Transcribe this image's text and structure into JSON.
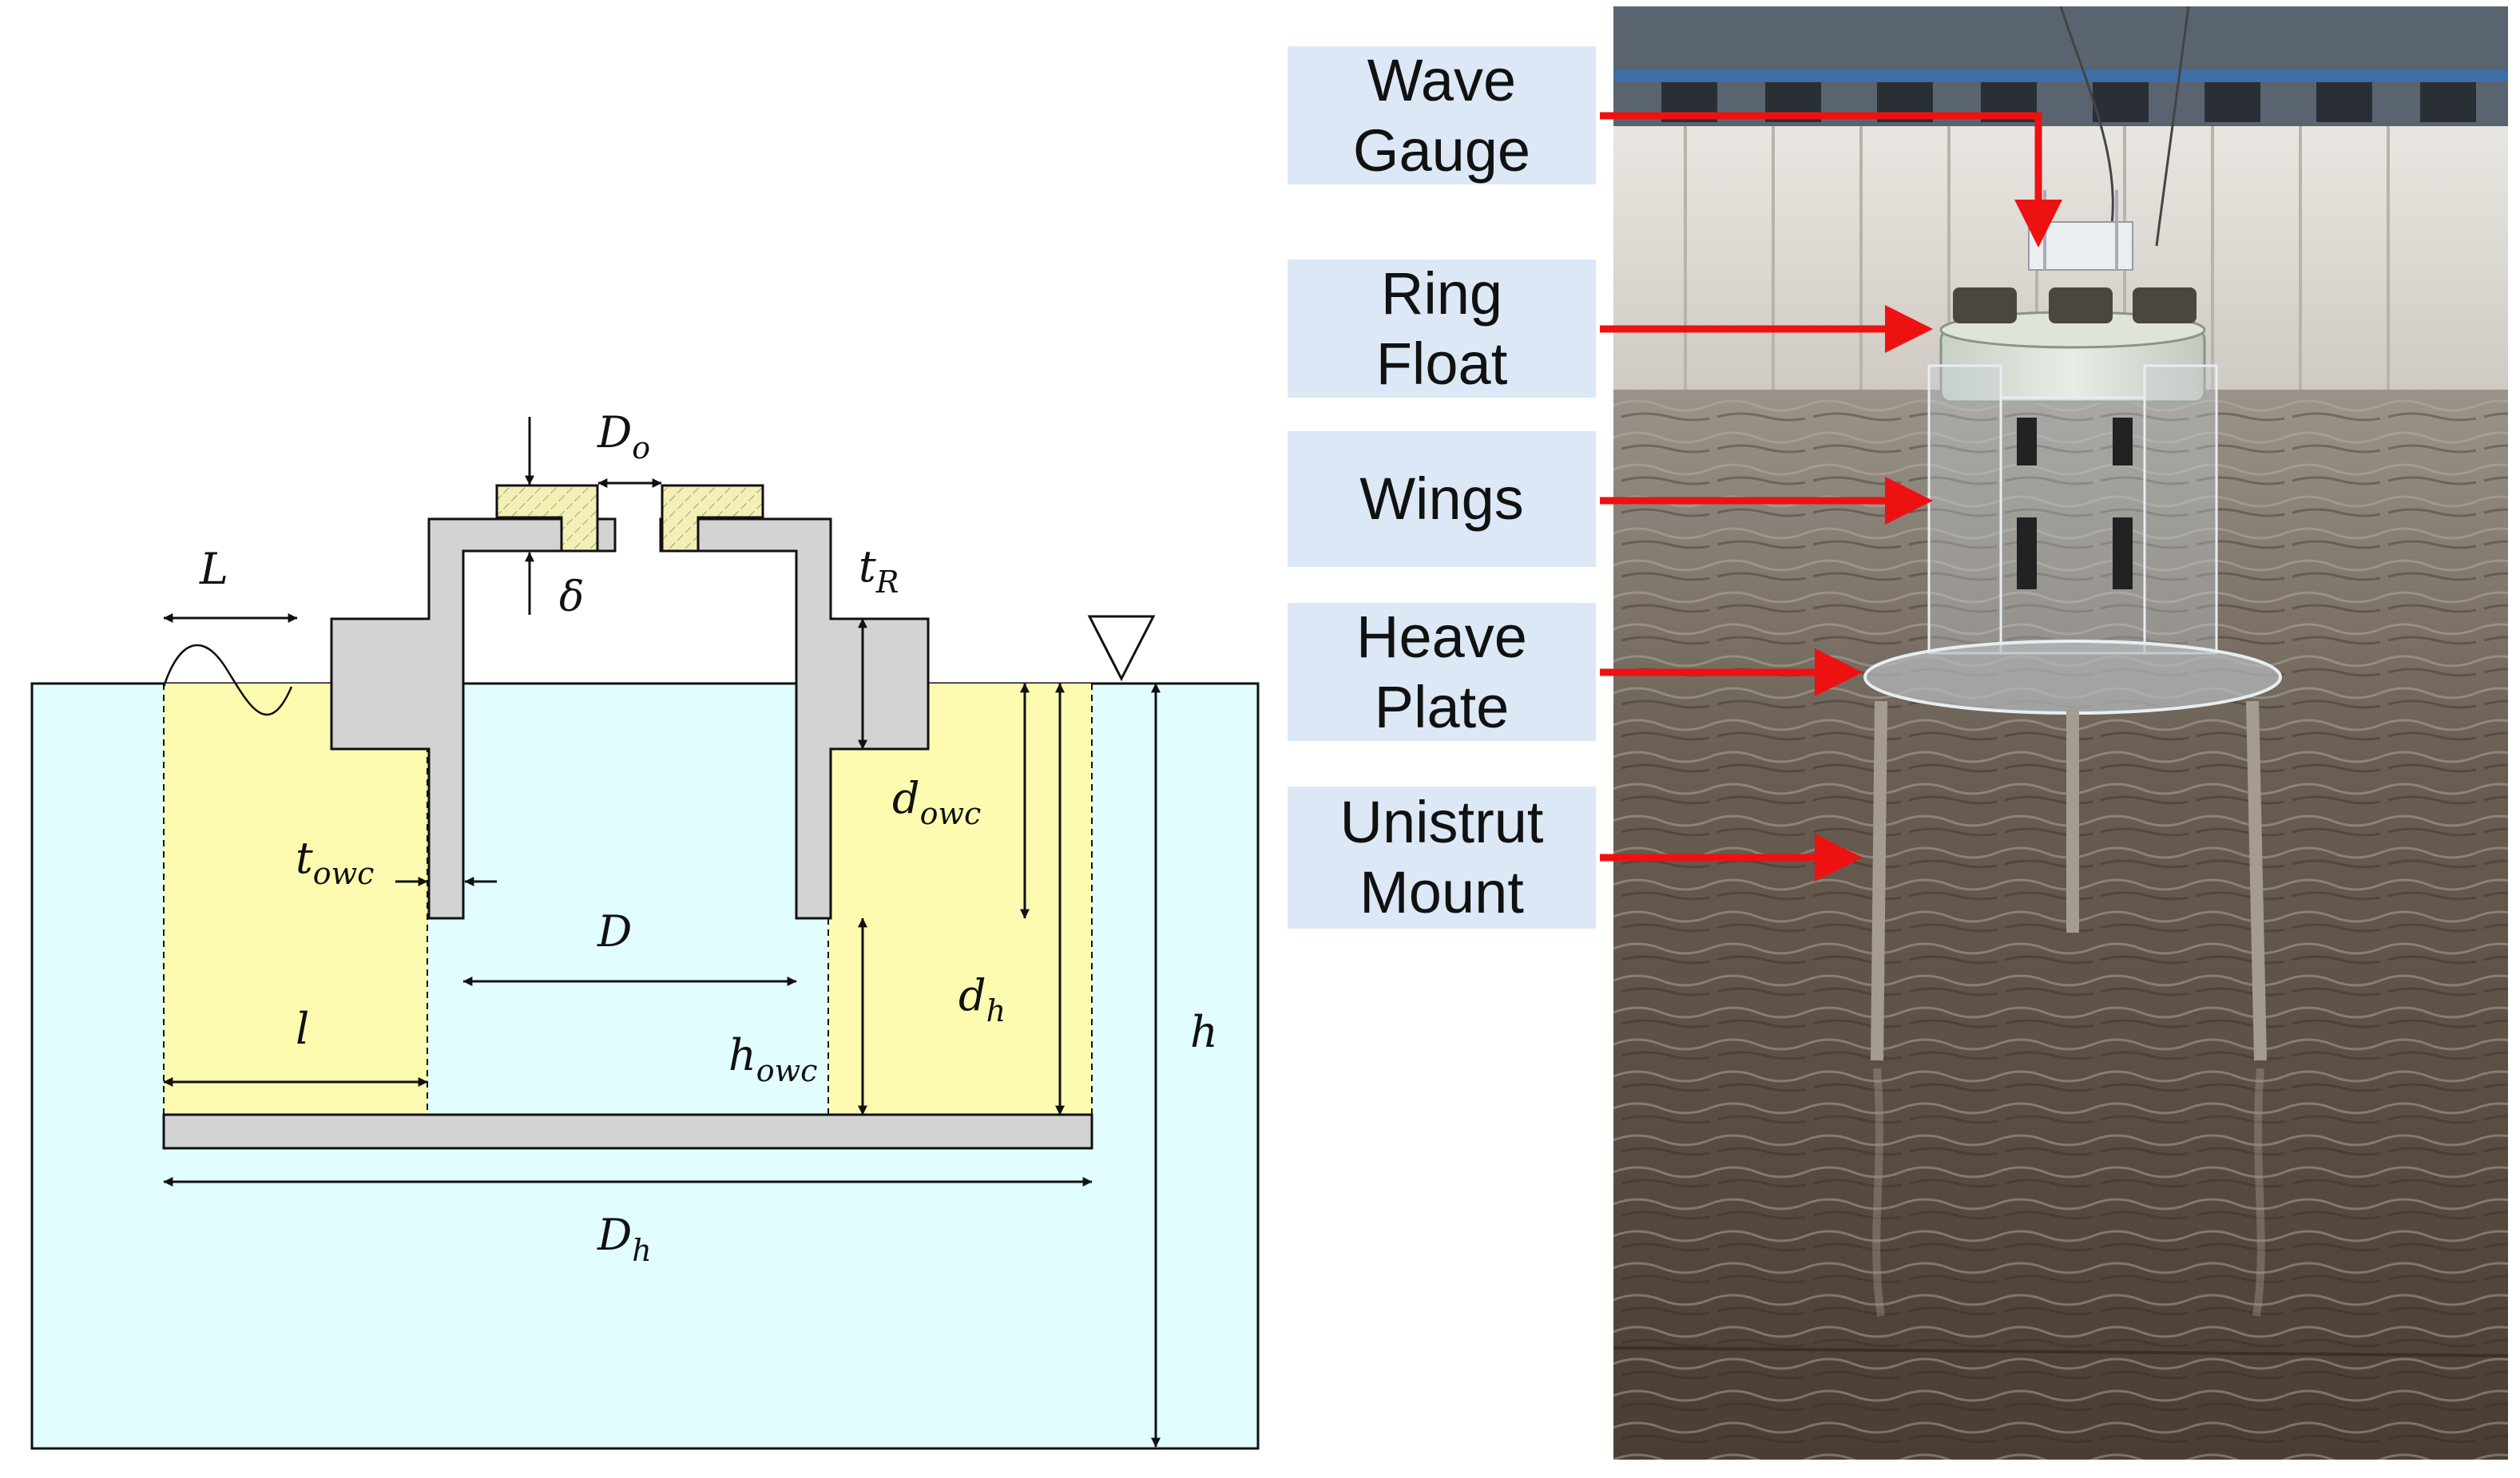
{
  "schematic": {
    "symbols": {
      "wavelength": "L",
      "orifice_diameter": "D",
      "orifice_sub": "o",
      "gap": "δ",
      "ring_thickness": "t",
      "ring_thickness_sub": "R",
      "owc_wall_thickness": "t",
      "owc_wall_thickness_sub": "owc",
      "owc_draft": "d",
      "owc_draft_sub": "owc",
      "owc_diameter": "D",
      "heave_plate_depth": "d",
      "heave_plate_depth_sub": "h",
      "ring_width": "l",
      "owc_clearance": "h",
      "owc_clearance_sub": "owc",
      "water_depth": "h",
      "heave_plate_diameter": "D",
      "heave_plate_diameter_sub": "h"
    },
    "colors": {
      "water": "#e1fdfe",
      "ring_float": "#fdfbb0",
      "structure": "#d3d3d3",
      "outline": "#111111",
      "orifice_fill": "#f3efb5"
    }
  },
  "photo": {
    "labels": [
      {
        "line1": "Wave",
        "line2": "Gauge"
      },
      {
        "line1": "Ring",
        "line2": "Float"
      },
      {
        "line1": "Wings",
        "line2": ""
      },
      {
        "line1": "Heave",
        "line2": "Plate"
      },
      {
        "line1": "Unistrut",
        "line2": "Mount"
      }
    ],
    "colors": {
      "label_box": "#dce8f6",
      "arrow": "#ee1111"
    }
  }
}
